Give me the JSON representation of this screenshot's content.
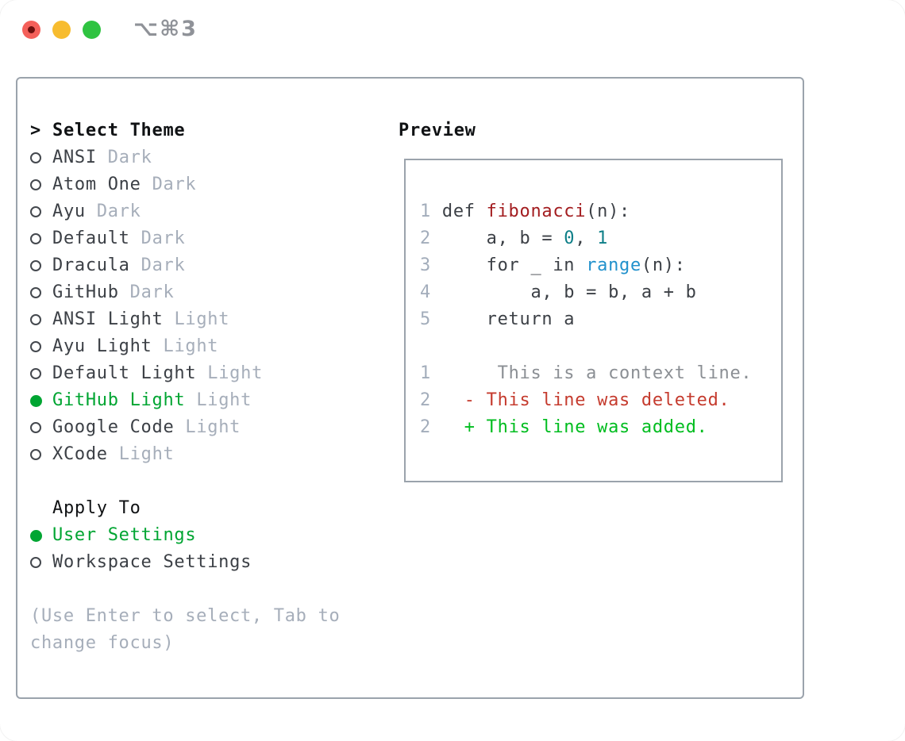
{
  "window": {
    "title": "⌥⌘3",
    "traffic_lights": {
      "close": "red",
      "minimize": "yellow",
      "zoom": "green"
    }
  },
  "colors": {
    "selected_green": "#00a532",
    "added_green": "#00bd1f",
    "deleted_red": "#c53b2e",
    "function_red": "#a31d20",
    "number_teal": "#0e7f88",
    "builtin_blue": "#2191cc",
    "muted_gray": "#a6aeba",
    "border_gray": "#9ba3ac"
  },
  "theme_picker": {
    "header_prefix": ">",
    "header": "Select Theme",
    "themes": [
      {
        "name": "ANSI",
        "variant": "Dark",
        "selected": false
      },
      {
        "name": "Atom One",
        "variant": "Dark",
        "selected": false
      },
      {
        "name": "Ayu",
        "variant": "Dark",
        "selected": false
      },
      {
        "name": "Default",
        "variant": "Dark",
        "selected": false
      },
      {
        "name": "Dracula",
        "variant": "Dark",
        "selected": false
      },
      {
        "name": "GitHub",
        "variant": "Dark",
        "selected": false
      },
      {
        "name": "ANSI Light",
        "variant": "Light",
        "selected": false
      },
      {
        "name": "Ayu Light",
        "variant": "Light",
        "selected": false
      },
      {
        "name": "Default Light",
        "variant": "Light",
        "selected": false
      },
      {
        "name": "GitHub Light",
        "variant": "Light",
        "selected": true
      },
      {
        "name": "Google Code",
        "variant": "Light",
        "selected": false
      },
      {
        "name": "XCode",
        "variant": "Light",
        "selected": false
      }
    ],
    "apply_header": "Apply To",
    "apply_options": [
      {
        "label": "User Settings",
        "selected": true
      },
      {
        "label": "Workspace Settings",
        "selected": false
      }
    ],
    "hint": "(Use Enter to select, Tab to change focus)"
  },
  "preview": {
    "header": "Preview",
    "code_lines": [
      [
        {
          "t": "1 ",
          "c": "ln"
        },
        {
          "t": "def ",
          "c": "pl"
        },
        {
          "t": "fibonacci",
          "c": "fn"
        },
        {
          "t": "(n):",
          "c": "pl"
        }
      ],
      [
        {
          "t": "2 ",
          "c": "ln"
        },
        {
          "t": "    a, b = ",
          "c": "pl"
        },
        {
          "t": "0",
          "c": "num"
        },
        {
          "t": ", ",
          "c": "pl"
        },
        {
          "t": "1",
          "c": "num"
        }
      ],
      [
        {
          "t": "3 ",
          "c": "ln"
        },
        {
          "t": "    for _ in ",
          "c": "pl"
        },
        {
          "t": "range",
          "c": "bi"
        },
        {
          "t": "(n):",
          "c": "pl"
        }
      ],
      [
        {
          "t": "4 ",
          "c": "ln"
        },
        {
          "t": "        a, b = b, a + b",
          "c": "pl"
        }
      ],
      [
        {
          "t": "5 ",
          "c": "ln"
        },
        {
          "t": "    return a",
          "c": "pl"
        }
      ],
      [],
      [
        {
          "t": "1",
          "c": "ln"
        },
        {
          "t": "      This is a context line.",
          "c": "ctx"
        }
      ],
      [
        {
          "t": "2",
          "c": "ln"
        },
        {
          "t": "   - This line was deleted.",
          "c": "del"
        }
      ],
      [
        {
          "t": "2",
          "c": "ln"
        },
        {
          "t": "   + This line was added.",
          "c": "add"
        }
      ]
    ]
  }
}
